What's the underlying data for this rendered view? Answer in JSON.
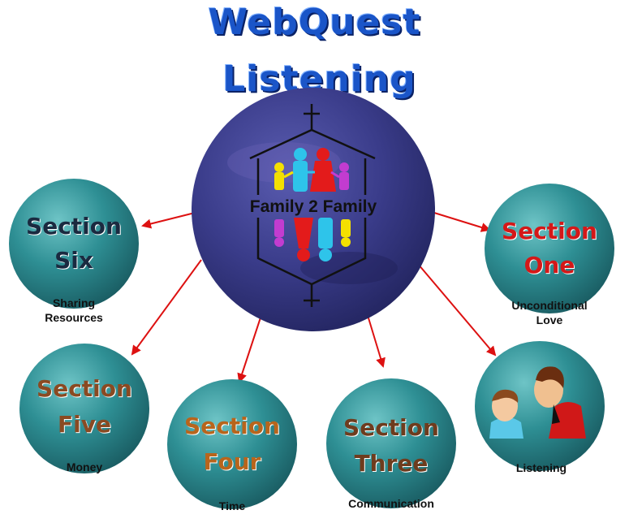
{
  "title": {
    "line1": "WebQuest",
    "line2": "Listening"
  },
  "hub": {
    "label": "Family 2 Family"
  },
  "sections": [
    {
      "id": "one",
      "line1": "Section",
      "line2": "One",
      "caption_1": "Unconditional",
      "caption_2": "Love",
      "text_color": "#d41818"
    },
    {
      "id": "two",
      "caption_1": "Listening",
      "caption_2": ""
    },
    {
      "id": "three",
      "line1": "Section",
      "line2": "Three",
      "caption_1": "Communication",
      "caption_2": "",
      "text_color": "#6e3c1e"
    },
    {
      "id": "four",
      "line1": "Section",
      "line2": "Four",
      "caption_1": "Time",
      "caption_2": "",
      "text_color": "#b8651c"
    },
    {
      "id": "five",
      "line1": "Section",
      "line2": "Five",
      "caption_1": "Money",
      "caption_2": "",
      "text_color": "#8a4a22"
    },
    {
      "id": "six",
      "line1": "Section",
      "line2": "Six",
      "caption_1": "Sharing",
      "caption_2": "Resources",
      "text_color": "#1a2a40"
    }
  ],
  "colors": {
    "title": "#1a55c8",
    "arrow": "#dd1111",
    "hub": "#3a3c8a",
    "node": "#2e8f94"
  }
}
